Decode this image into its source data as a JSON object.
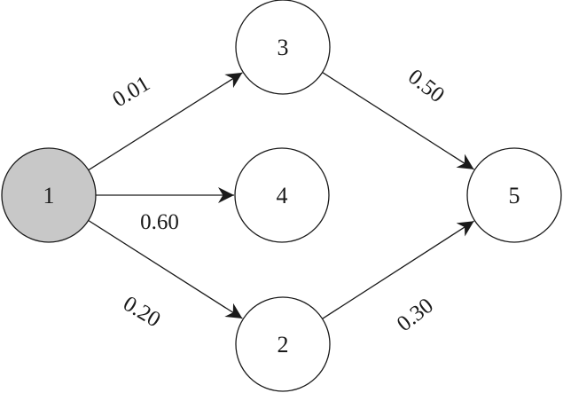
{
  "diagram": {
    "colors": {
      "source_fill": "#c8c8c8",
      "node_fill": "#ffffff",
      "stroke": "#1a1a1a"
    },
    "nodes": [
      {
        "id": "1",
        "label": "1",
        "highlighted": true
      },
      {
        "id": "3",
        "label": "3",
        "highlighted": false
      },
      {
        "id": "4",
        "label": "4",
        "highlighted": false
      },
      {
        "id": "2",
        "label": "2",
        "highlighted": false
      },
      {
        "id": "5",
        "label": "5",
        "highlighted": false
      }
    ],
    "edges": [
      {
        "from": "1",
        "to": "3",
        "label": "0.01"
      },
      {
        "from": "1",
        "to": "4",
        "label": "0.60"
      },
      {
        "from": "1",
        "to": "2",
        "label": "0.20"
      },
      {
        "from": "3",
        "to": "5",
        "label": "0.50"
      },
      {
        "from": "2",
        "to": "5",
        "label": "0.30"
      }
    ]
  }
}
